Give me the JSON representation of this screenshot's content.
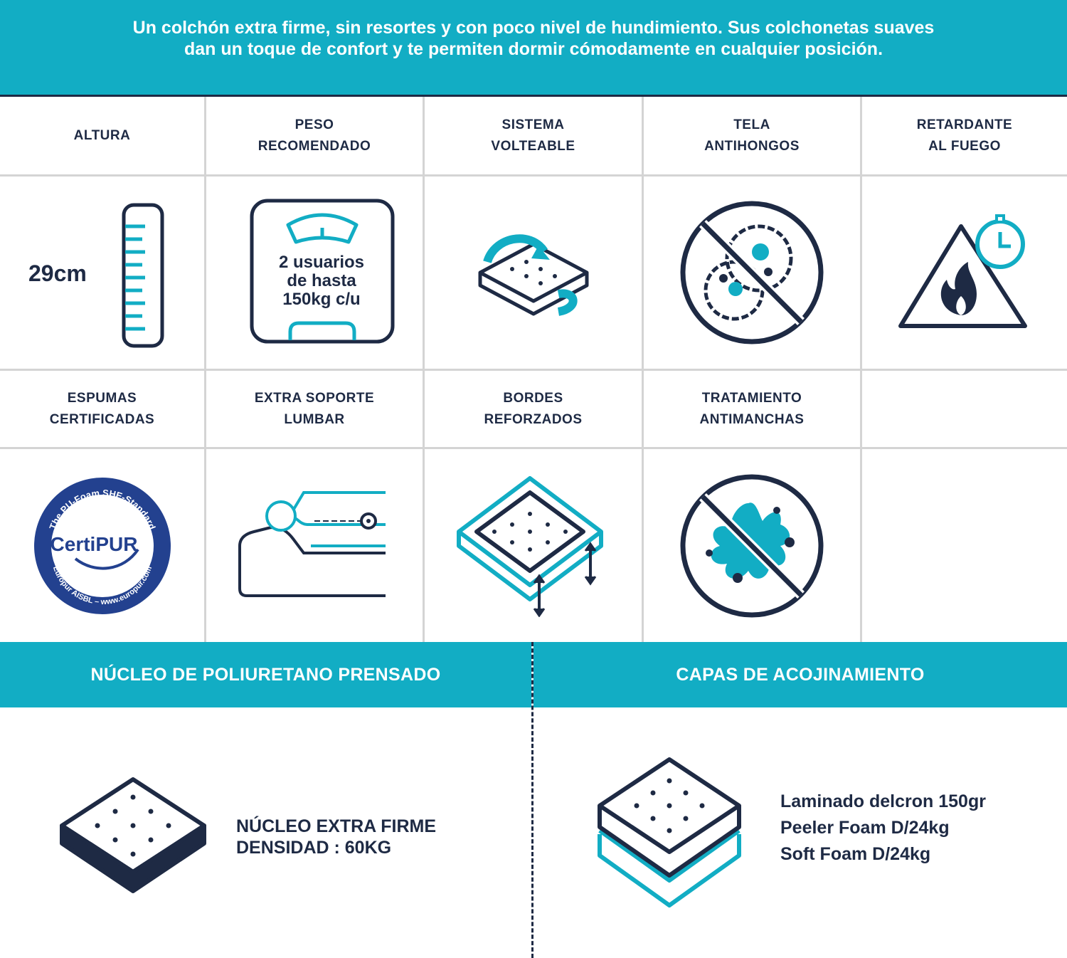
{
  "banner": {
    "text_line1": "Un colchón extra firme, sin resortes y con poco nivel de hundimiento. Sus colchonetas suaves",
    "text_line2": "dan un toque de confort y te permiten dormir cómodamente en cualquier posición."
  },
  "features_row1": [
    {
      "label": "ALTURA"
    },
    {
      "label": "PESO\nRECOMENDADO"
    },
    {
      "label": "SISTEMA\nVOLTEABLE"
    },
    {
      "label": "TELA\nANTIHONGOS"
    },
    {
      "label": "RETARDANTE\nAL FUEGO"
    }
  ],
  "features_row2": [
    {
      "label": "ESPUMAS\nCERTIFICADAS"
    },
    {
      "label": "EXTRA SOPORTE\nLUMBAR"
    },
    {
      "label": "BORDES\nREFORZADOS"
    },
    {
      "label": "TRATAMIENTO\nANTIMANCHAS"
    }
  ],
  "altura_value": "29cm",
  "peso_text": "2 usuarios\nde hasta\n150kg c/u",
  "certipur": {
    "brand": "CertiPUR",
    "ring_top": "The PU-Foam SHE-Standard",
    "ring_bottom": "Europur AISBL – www.europur.com"
  },
  "sections": {
    "left_title": "NÚCLEO DE POLIURETANO PRENSADO",
    "right_title": "CAPAS DE ACOJINAMIENTO",
    "nucleo_text": "NÚCLEO EXTRA FIRME\nDENSIDAD : 60KG",
    "capas": [
      "Laminado delcron 150gr",
      "Peeler Foam D/24kg",
      "Soft Foam D/24kg"
    ]
  },
  "colors": {
    "accent": "#12adc4",
    "dark": "#1e2a44",
    "grid": "#d4d4d4"
  },
  "icons": [
    "ruler-icon",
    "scale-icon",
    "flip-mattress-icon",
    "anti-fungus-icon",
    "fire-retardant-icon",
    "certipur-logo",
    "lumbar-support-icon",
    "reinforced-edges-icon",
    "anti-stain-icon",
    "mattress-core-icon",
    "mattress-layers-icon"
  ]
}
